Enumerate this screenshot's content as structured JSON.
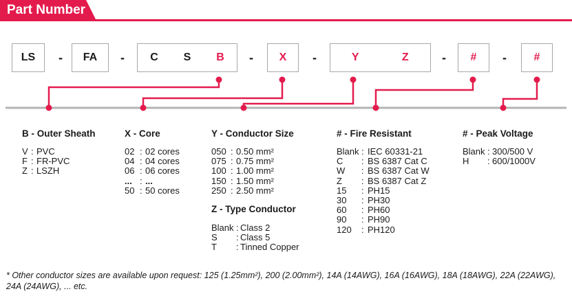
{
  "header": {
    "title": "Part Number"
  },
  "part_number": [
    {
      "segments": [
        {
          "text": "LS",
          "highlight": false
        }
      ]
    },
    {
      "separator": "-"
    },
    {
      "segments": [
        {
          "text": "FA",
          "highlight": false
        }
      ]
    },
    {
      "separator": "-"
    },
    {
      "segments": [
        {
          "text": "C",
          "highlight": false
        },
        {
          "text": "S",
          "highlight": false
        },
        {
          "text": "B",
          "highlight": true
        }
      ]
    },
    {
      "separator": "-"
    },
    {
      "segments": [
        {
          "text": "X",
          "highlight": true
        }
      ]
    },
    {
      "separator": "-"
    },
    {
      "segments": [
        {
          "text": "Y",
          "highlight": true
        },
        {
          "text": "Z",
          "highlight": true
        }
      ]
    },
    {
      "separator": "-"
    },
    {
      "segments": [
        {
          "text": "#",
          "highlight": true
        }
      ]
    },
    {
      "separator": "-"
    },
    {
      "segments": [
        {
          "text": "#",
          "highlight": true
        }
      ]
    }
  ],
  "columns": {
    "outer_sheath": {
      "title": "B - Outer Sheath",
      "rows": [
        {
          "code": "V",
          "sep": ":",
          "value": "PVC"
        },
        {
          "code": "F",
          "sep": ":",
          "value": "FR-PVC"
        },
        {
          "code": "Z",
          "sep": ":",
          "value": "LSZH"
        }
      ]
    },
    "core": {
      "title": "X - Core",
      "rows": [
        {
          "code": "02",
          "sep": ":",
          "value": "02 cores"
        },
        {
          "code": "04",
          "sep": ":",
          "value": "04 cores"
        },
        {
          "code": "06",
          "sep": ":",
          "value": "06 cores"
        },
        {
          "code": "...",
          "sep": ":",
          "value": "..."
        },
        {
          "code": "50",
          "sep": ":",
          "value": "50 cores"
        }
      ]
    },
    "conductor_size": {
      "title": "Y - Conductor Size",
      "rows": [
        {
          "code": "050",
          "sep": ":",
          "value": "0.50 mm²"
        },
        {
          "code": "075",
          "sep": ":",
          "value": "0.75 mm²"
        },
        {
          "code": "100",
          "sep": ":",
          "value": "1.00 mm²"
        },
        {
          "code": "150",
          "sep": ":",
          "value": "1.50 mm²"
        },
        {
          "code": "250",
          "sep": ":",
          "value": "2.50 mm²"
        }
      ]
    },
    "type_conductor": {
      "title": "Z - Type Conductor",
      "rows": [
        {
          "code": "Blank",
          "sep": ":",
          "value": "Class 2"
        },
        {
          "code": "S",
          "sep": ":",
          "value": "Class 5"
        },
        {
          "code": "T",
          "sep": ":",
          "value": "Tinned Copper"
        }
      ]
    },
    "fire_resistant": {
      "title": "# - Fire Resistant",
      "rows": [
        {
          "code": "Blank",
          "sep": ":",
          "value": "IEC 60331-21"
        },
        {
          "code": "C",
          "sep": ":",
          "value": "BS 6387 Cat C"
        },
        {
          "code": "W",
          "sep": ":",
          "value": "BS 6387 Cat W"
        },
        {
          "code": "Z",
          "sep": ":",
          "value": "BS 6387 Cat Z"
        },
        {
          "code": "15",
          "sep": ":",
          "value": "PH15"
        },
        {
          "code": "30",
          "sep": ":",
          "value": "PH30"
        },
        {
          "code": "60",
          "sep": ":",
          "value": "PH60"
        },
        {
          "code": "90",
          "sep": ":",
          "value": "PH90"
        },
        {
          "code": "120",
          "sep": ":",
          "value": "PH120"
        }
      ]
    },
    "peak_voltage": {
      "title": "# - Peak Voltage",
      "rows": [
        {
          "code": "Blank",
          "sep": ":",
          "value": "300/500  V"
        },
        {
          "code": "H",
          "sep": ":",
          "value": "600/1000V"
        }
      ]
    }
  },
  "footnote": "* Other conductor sizes are available upon request: 125 (1.25mm²), 200 (2.00mm²), 14A (14AWG), 16A (16AWG), 18A (18AWG), 22A (22AWG), 24A (24AWG),  ... etc.",
  "colors": {
    "accent": "#e31b4d",
    "box_border": "#a8a8a8",
    "divider": "#b3b3b3",
    "text": "#1a1a1a"
  }
}
